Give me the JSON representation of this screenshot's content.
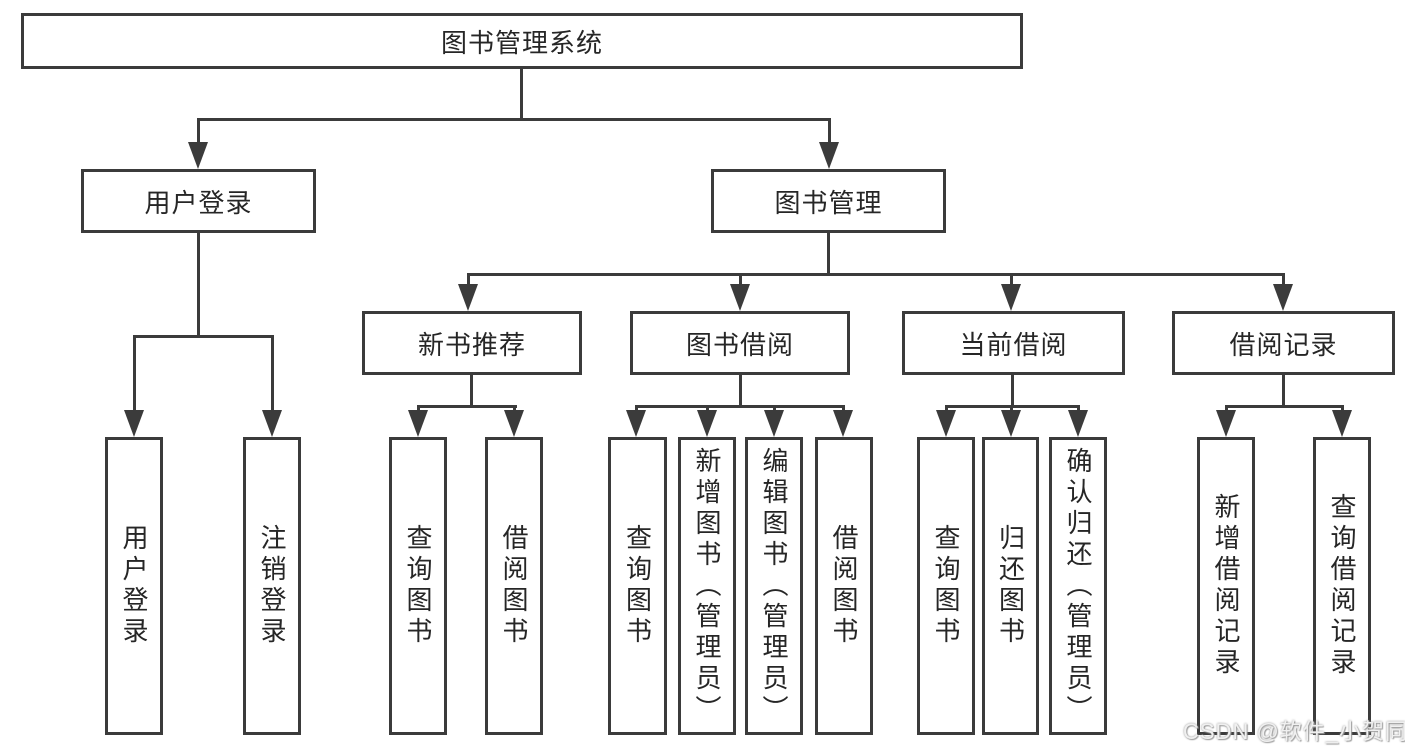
{
  "tree": {
    "label": "图书管理系统",
    "children": [
      {
        "label": "用户登录",
        "children": [
          {
            "label": "用户登录"
          },
          {
            "label": "注销登录"
          }
        ]
      },
      {
        "label": "图书管理",
        "children": [
          {
            "label": "新书推荐",
            "children": [
              {
                "label": "查询图书"
              },
              {
                "label": "借阅图书"
              }
            ]
          },
          {
            "label": "图书借阅",
            "children": [
              {
                "label": "查询图书"
              },
              {
                "label": "新增图书（管理员）"
              },
              {
                "label": "编辑图书（管理员）"
              },
              {
                "label": "借阅图书"
              }
            ]
          },
          {
            "label": "当前借阅",
            "children": [
              {
                "label": "查询图书"
              },
              {
                "label": "归还图书"
              },
              {
                "label": "确认归还（管理员）"
              }
            ]
          },
          {
            "label": "借阅记录",
            "children": [
              {
                "label": "新增借阅记录"
              },
              {
                "label": "查询借阅记录"
              }
            ]
          }
        ]
      }
    ]
  },
  "watermark": {
    "text": "CSDN @软件_小贺同学"
  },
  "colors": {
    "background": "#ffffff",
    "line": "#3b3b3b",
    "text": "#262626",
    "watermark": "#f0f0f0"
  }
}
